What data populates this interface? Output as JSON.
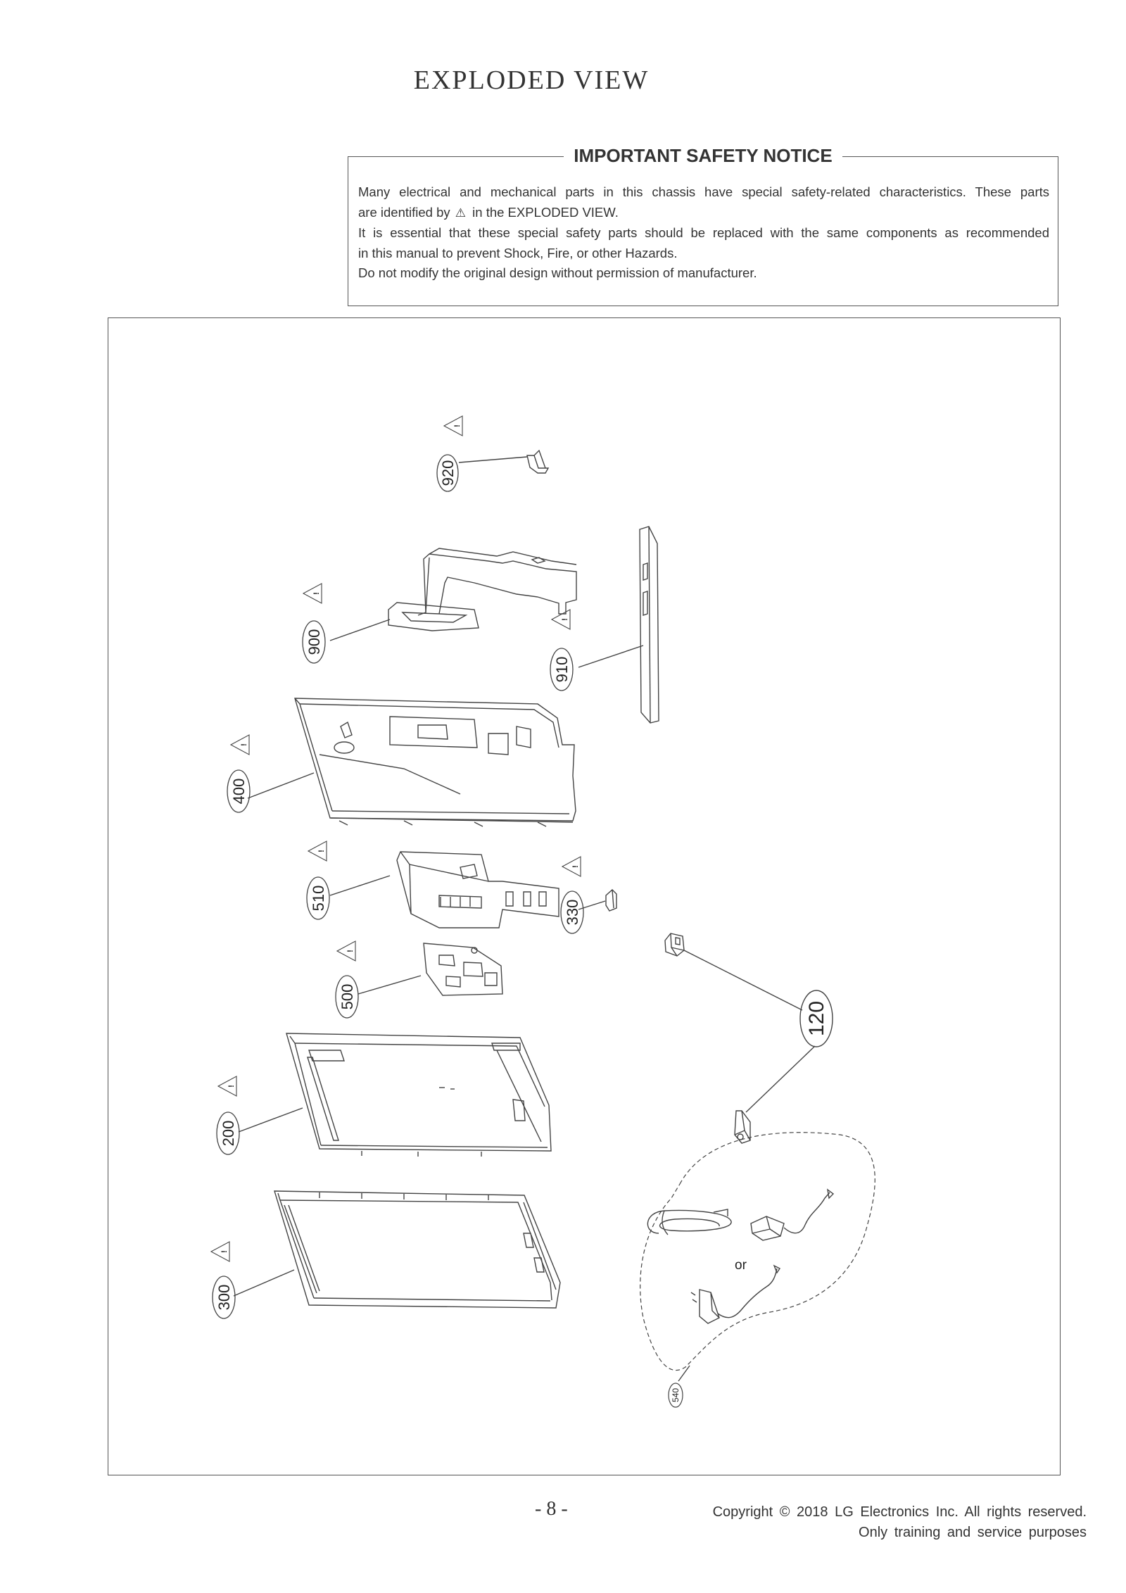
{
  "page": {
    "title": "EXPLODED  VIEW",
    "page_number": "- 8 -",
    "copyright_line1": "Copyright © 2018 LG Electronics Inc. All rights reserved.",
    "copyright_line2": "Only training and service purposes"
  },
  "notice": {
    "heading": "IMPORTANT SAFETY NOTICE",
    "line1": "Many electrical and mechanical parts in this chassis have special safety-related characteristics. These parts",
    "line2_a": "are identified by",
    "warning_symbol": "⚠",
    "line2_b": "in the  EXPLODED VIEW.",
    "line3": "It is essential that these special safety parts should be replaced with the same components as recommended",
    "line4": "in this manual to prevent Shock, Fire, or other Hazards.",
    "line5": "Do not modify the original design without permission of manufacturer."
  },
  "parts": {
    "p920": "920",
    "p900": "900",
    "p910": "910",
    "p400": "400",
    "p510": "510",
    "p330": "330",
    "p500": "500",
    "p120": "120",
    "p200": "200",
    "p300": "300",
    "p540": "540"
  },
  "diagram": {
    "or_text": "or",
    "warn_mark": "!",
    "icons": [
      "warning-triangle-icon"
    ]
  }
}
